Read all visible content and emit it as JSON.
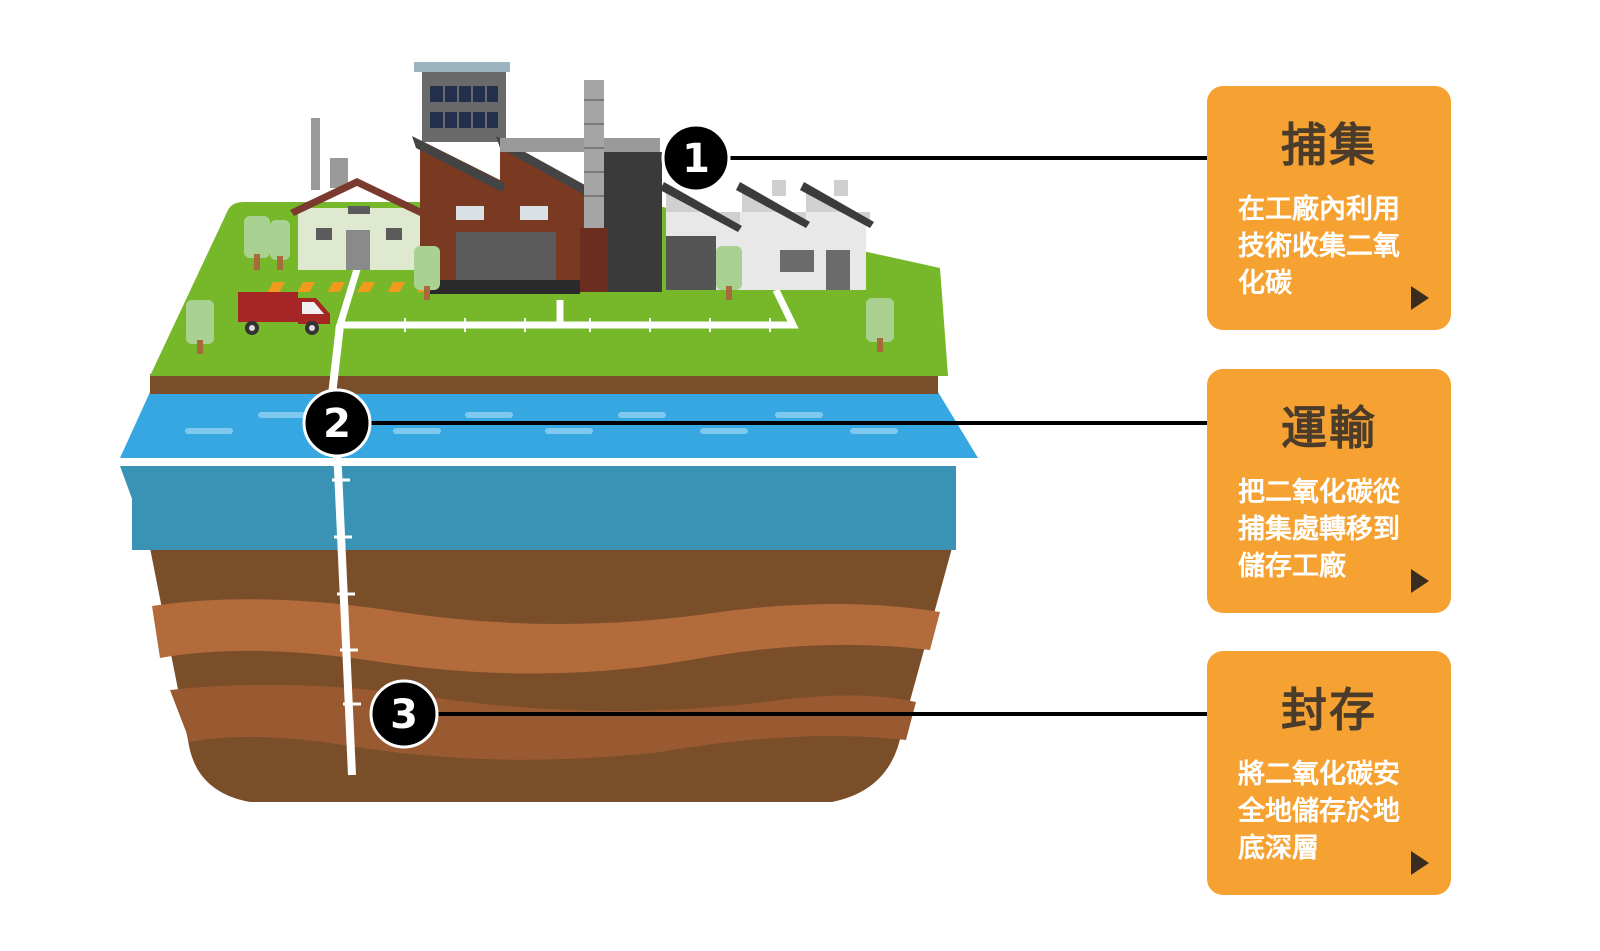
{
  "colors": {
    "card": "#f6a233",
    "line": "#000000",
    "marker_bg": "#000000",
    "marker_text": "#ffffff",
    "grass": "#77b82a",
    "water": "#36a7e0",
    "deep_water": "#3a93b4",
    "soil_dark": "#7b4e2a",
    "soil_light": "#b36b3c",
    "pipe": "#ffffff"
  },
  "markers": [
    {
      "label": "1"
    },
    {
      "label": "2"
    },
    {
      "label": "3"
    }
  ],
  "steps": [
    {
      "title": "捕集",
      "desc": "在工廠內利用技術收集二氧化碳",
      "icon": "play-arrow-icon"
    },
    {
      "title": "運輸",
      "desc": "把二氧化碳從捕集處轉移到儲存工廠",
      "icon": "play-arrow-icon"
    },
    {
      "title": "封存",
      "desc": "將二氧化碳安全地儲存於地底深層",
      "icon": "play-arrow-icon"
    }
  ]
}
